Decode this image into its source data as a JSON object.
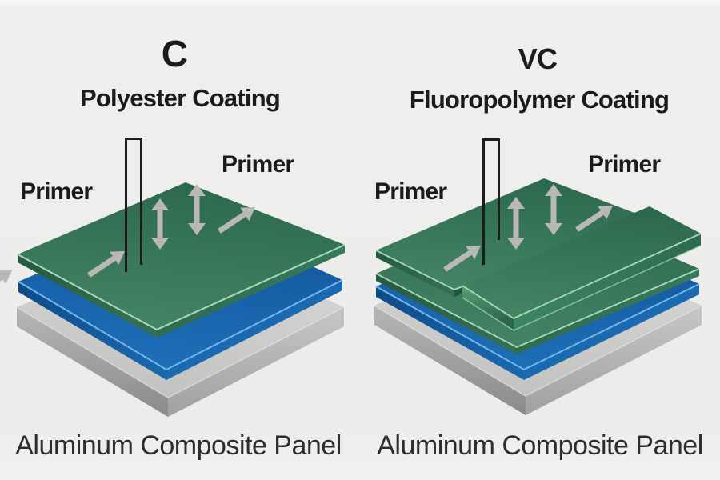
{
  "colors": {
    "background": "#ededeb",
    "coating_green": "#3a7d5d",
    "primer_blue": "#1a68b2",
    "aluminum_gray": "#c8c8c6",
    "arrow_gray": "#b8b8b6",
    "text": "#1b1b1b"
  },
  "panels": [
    {
      "title": "C",
      "coating_label": "Polyester Coating",
      "primer_left": "Primer",
      "primer_right": "Primer",
      "base_label": "Aluminum Composite Panel"
    },
    {
      "title": "VC",
      "coating_label": "Fluoropolymer Coating",
      "primer_left": "Primer",
      "primer_right": "Primer",
      "base_label": "Aluminum Composite Panel"
    }
  ]
}
